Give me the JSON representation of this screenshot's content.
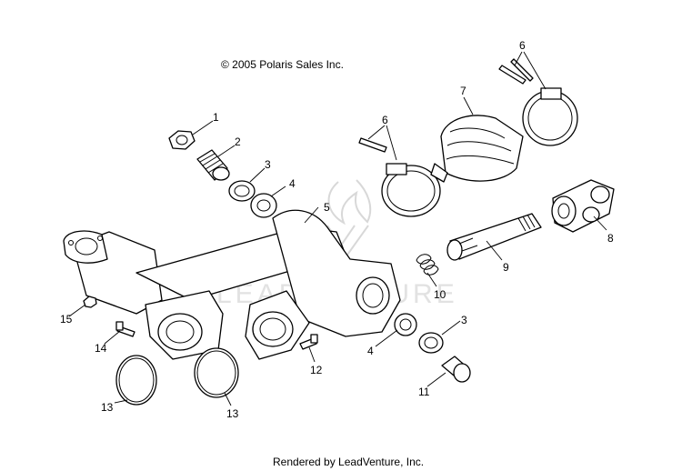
{
  "copyright": "© 2005 Polaris Sales Inc.",
  "footer": "Rendered by LeadVenture, Inc.",
  "watermark": "LEADVENTURE",
  "callouts": [
    {
      "id": "c1",
      "text": "1"
    },
    {
      "id": "c2",
      "text": "2"
    },
    {
      "id": "c3a",
      "text": "3"
    },
    {
      "id": "c4a",
      "text": "4"
    },
    {
      "id": "c5",
      "text": "5"
    },
    {
      "id": "c6a",
      "text": "6"
    },
    {
      "id": "c6b",
      "text": "6"
    },
    {
      "id": "c7",
      "text": "7"
    },
    {
      "id": "c8",
      "text": "8"
    },
    {
      "id": "c9",
      "text": "9"
    },
    {
      "id": "c10",
      "text": "10"
    },
    {
      "id": "c3b",
      "text": "3"
    },
    {
      "id": "c4b",
      "text": "4"
    },
    {
      "id": "c11",
      "text": "11"
    },
    {
      "id": "c12",
      "text": "12"
    },
    {
      "id": "c13a",
      "text": "13"
    },
    {
      "id": "c13b",
      "text": "13"
    },
    {
      "id": "c14",
      "text": "14"
    },
    {
      "id": "c15",
      "text": "15"
    }
  ]
}
